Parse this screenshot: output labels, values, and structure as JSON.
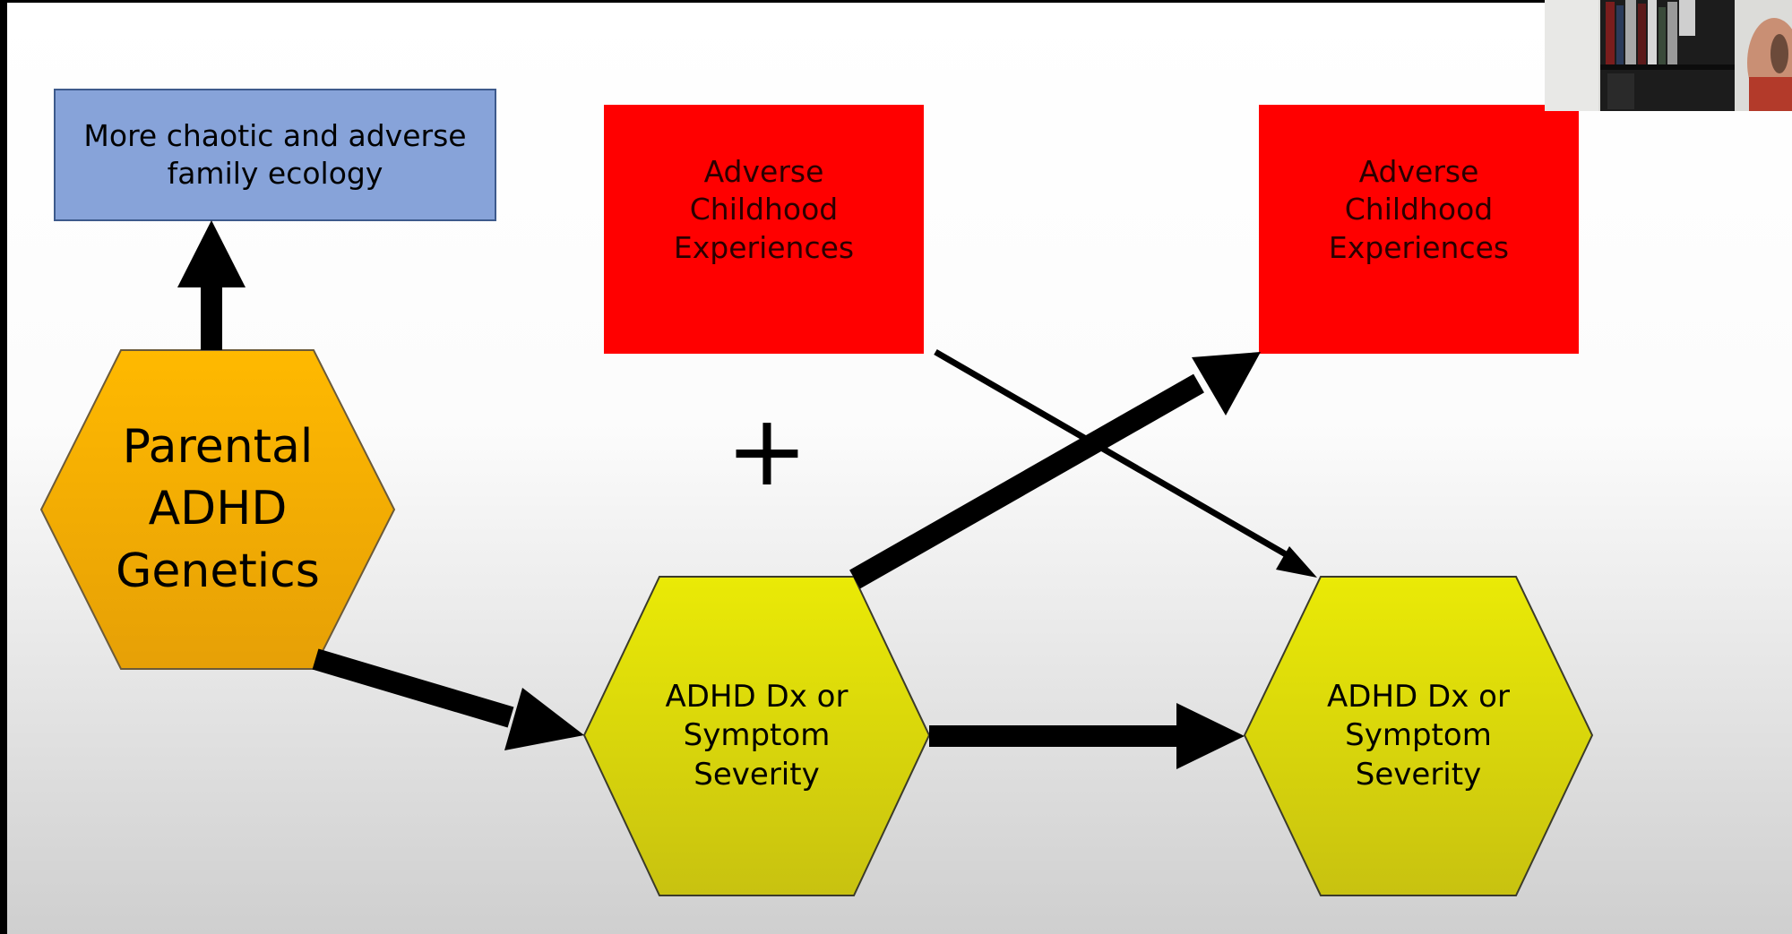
{
  "diagram": {
    "blue_box": {
      "lines": [
        "More chaotic and adverse",
        "family ecology"
      ],
      "fill": "#87a3d9"
    },
    "ace_box_left": {
      "lines": [
        "Adverse",
        "Childhood",
        "Experiences"
      ],
      "fill": "#ff0000"
    },
    "ace_box_right": {
      "lines": [
        "Adverse",
        "Childhood",
        "Experiences"
      ],
      "fill": "#ff0000"
    },
    "parental_hex": {
      "lines": [
        "Parental",
        "ADHD",
        "Genetics"
      ],
      "fill_top": "#ffb900",
      "fill_bottom": "#e6a006"
    },
    "adhd_hex_left": {
      "lines": [
        "ADHD Dx or",
        "Symptom",
        "Severity"
      ],
      "fill_top": "#eaea06",
      "fill_bottom": "#c8c210"
    },
    "adhd_hex_right": {
      "lines": [
        "ADHD Dx or",
        "Symptom",
        "Severity"
      ],
      "fill_top": "#eaea06",
      "fill_bottom": "#c8c210"
    },
    "plus_symbol": "+",
    "arrow_color": "#000000"
  },
  "webcam": {
    "icon": "webcam-thumbnail"
  }
}
